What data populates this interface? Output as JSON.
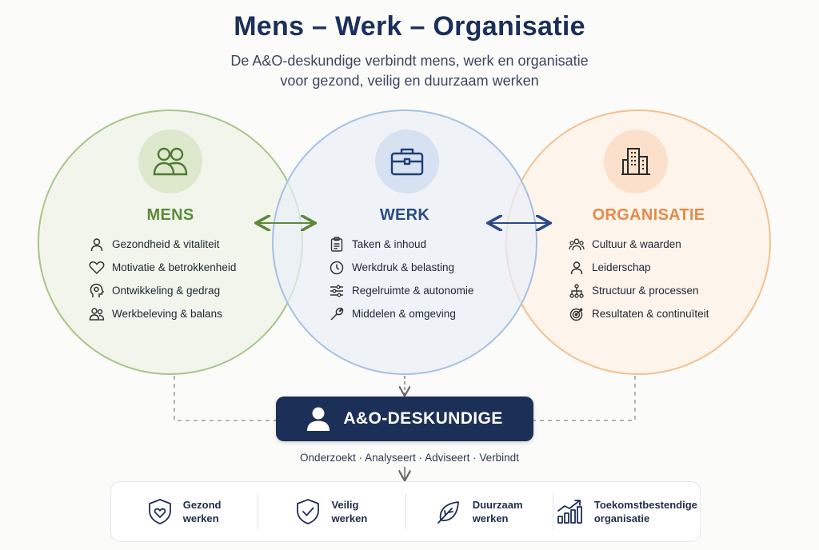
{
  "title": "Mens – Werk – Organisatie",
  "subtitle": {
    "line1": "De A&O-deskundige verbindt mens, werk en organisatie",
    "line2": "voor gezond, veilig en duurzaam werken"
  },
  "colors": {
    "mens": "#5b8a3a",
    "werk": "#2b4a86",
    "organisatie": "#e58a4a",
    "expert_bg": "#1c2f57"
  },
  "circles": {
    "mens": {
      "heading": "MENS",
      "icon": "people-icon",
      "items": [
        {
          "label": "Gezondheid & vitaliteit",
          "icon": "person-icon"
        },
        {
          "label": "Motivatie & betrokkenheid",
          "icon": "heart-icon"
        },
        {
          "label": "Ontwikkeling & gedrag",
          "icon": "head-icon"
        },
        {
          "label": "Werkbeleving & balans",
          "icon": "group-icon"
        }
      ]
    },
    "werk": {
      "heading": "WERK",
      "icon": "briefcase-icon",
      "items": [
        {
          "label": "Taken & inhoud",
          "icon": "clipboard-icon"
        },
        {
          "label": "Werkdruk & belasting",
          "icon": "clock-icon"
        },
        {
          "label": "Regelruimte & autonomie",
          "icon": "sliders-icon"
        },
        {
          "label": "Middelen & omgeving",
          "icon": "wrench-icon"
        }
      ]
    },
    "organisatie": {
      "heading": "ORGANISATIE",
      "icon": "building-icon",
      "items": [
        {
          "label": "Cultuur & waarden",
          "icon": "team-icon"
        },
        {
          "label": "Leiderschap",
          "icon": "person-icon"
        },
        {
          "label": "Structuur & processen",
          "icon": "hierarchy-icon"
        },
        {
          "label": "Resultaten & continuïteit",
          "icon": "target-icon"
        }
      ]
    }
  },
  "expert": {
    "label": "A&O-DESKUNDIGE",
    "icon": "person-icon",
    "roles": "Onderzoekt · Analyseert · Adviseert · Verbindt"
  },
  "outcomes": [
    {
      "line1": "Gezond",
      "line2": "werken",
      "icon": "shield-heart-icon"
    },
    {
      "line1": "Veilig",
      "line2": "werken",
      "icon": "shield-check-icon"
    },
    {
      "line1": "Duurzaam",
      "line2": "werken",
      "icon": "leaf-icon"
    },
    {
      "line1": "Toekomstbestendige",
      "line2": "organisatie",
      "icon": "growth-chart-icon"
    }
  ]
}
